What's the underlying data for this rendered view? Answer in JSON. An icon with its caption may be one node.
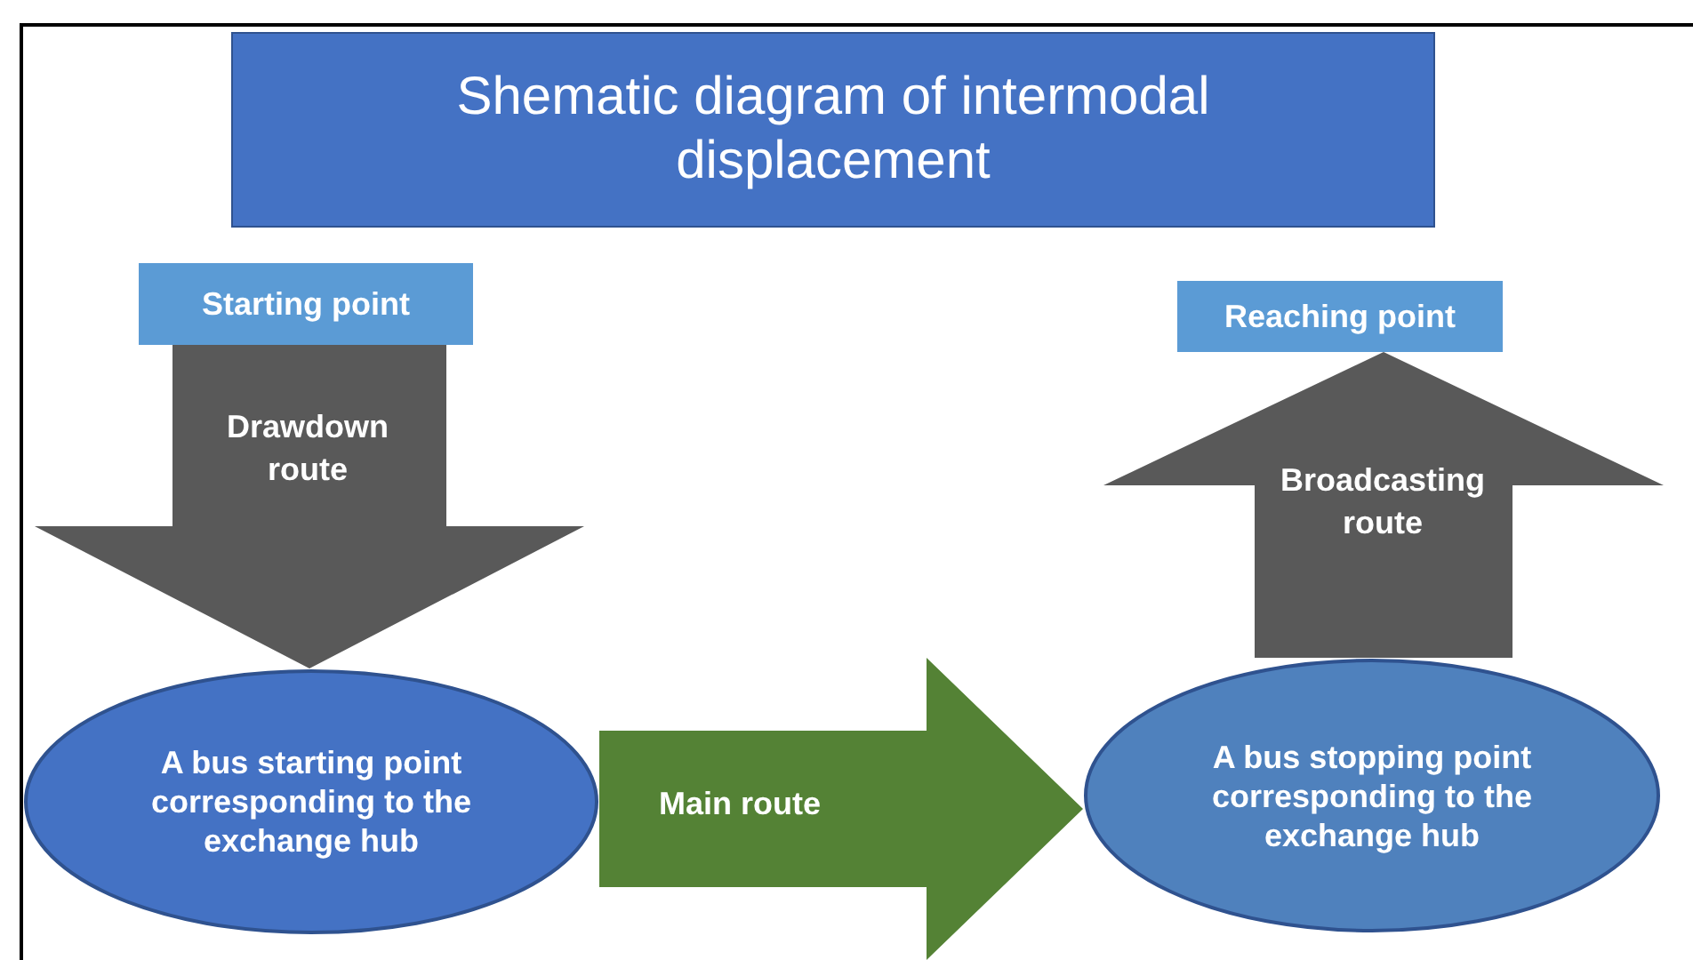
{
  "diagram": {
    "title": "Shematic diagram of intermodal displacement",
    "nodes": [
      {
        "text": [
          "Starting point"
        ]
      },
      {
        "text": [
          "Reaching point"
        ]
      },
      {
        "text": [
          "A bus starting point corresponding to the exchange hub"
        ]
      },
      {
        "text": [
          "A bus stopping point corresponding to the exchange hub"
        ]
      }
    ],
    "edges": [
      {
        "from": 0,
        "to": 2,
        "arrow": "to",
        "label": "Drawdown route"
      },
      {
        "from": 2,
        "to": 3,
        "arrow": "to",
        "label": "Main route",
        "color": "#548235"
      },
      {
        "from": 3,
        "to": 1,
        "arrow": "to",
        "label": "Broadcasting route"
      }
    ]
  }
}
